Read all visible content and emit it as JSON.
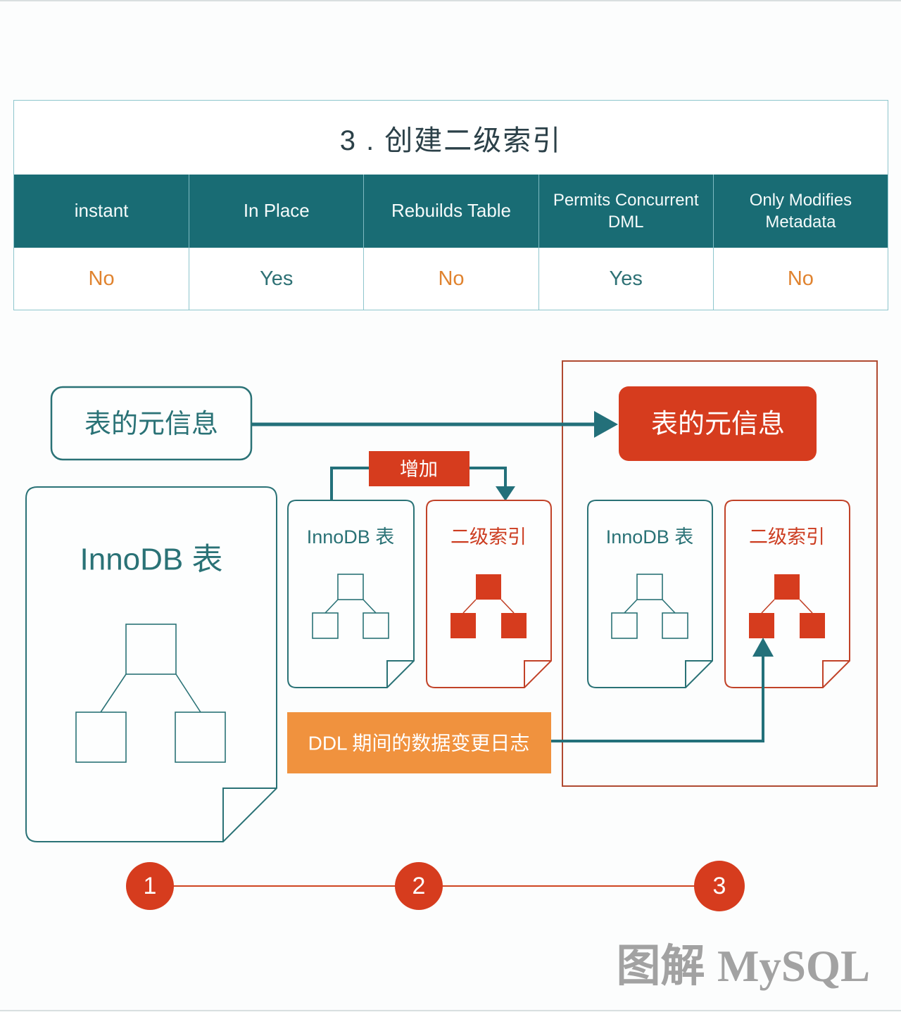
{
  "table": {
    "title": "3 . 创建二级索引",
    "columns": [
      {
        "label": "instant"
      },
      {
        "label": "In Place"
      },
      {
        "label": "Rebuilds Table"
      },
      {
        "label": "Permits Concurrent DML"
      },
      {
        "label": "Only Modifies Metadata"
      }
    ],
    "values": [
      {
        "text": "No",
        "kind": "no"
      },
      {
        "text": "Yes",
        "kind": "yes"
      },
      {
        "text": "No",
        "kind": "no"
      },
      {
        "text": "Yes",
        "kind": "yes"
      },
      {
        "text": "No",
        "kind": "no"
      }
    ]
  },
  "diagram": {
    "meta_left": "表的元信息",
    "meta_right": "表的元信息",
    "add_label": "增加",
    "big_doc_label": "InnoDB 表",
    "mid_innodb_label": "InnoDB 表",
    "mid_index_label": "二级索引",
    "right_innodb_label": "InnoDB 表",
    "right_index_label": "二级索引",
    "ddl_log_label": "DDL 期间的数据变更日志",
    "steps": [
      "1",
      "2",
      "3"
    ]
  },
  "watermark": {
    "cjk": "图解",
    "latin": "MySQL"
  },
  "colors": {
    "teal_dark": "#196c74",
    "teal_line": "#23707a",
    "table_border": "#8ec6cd",
    "red_fill": "#d63c1e",
    "red_outline": "#b04a31",
    "orange_box": "#f0923e",
    "orange_text": "#e0832f",
    "title_text": "#2b4048",
    "watermark_gray": "#a2a2a2"
  }
}
